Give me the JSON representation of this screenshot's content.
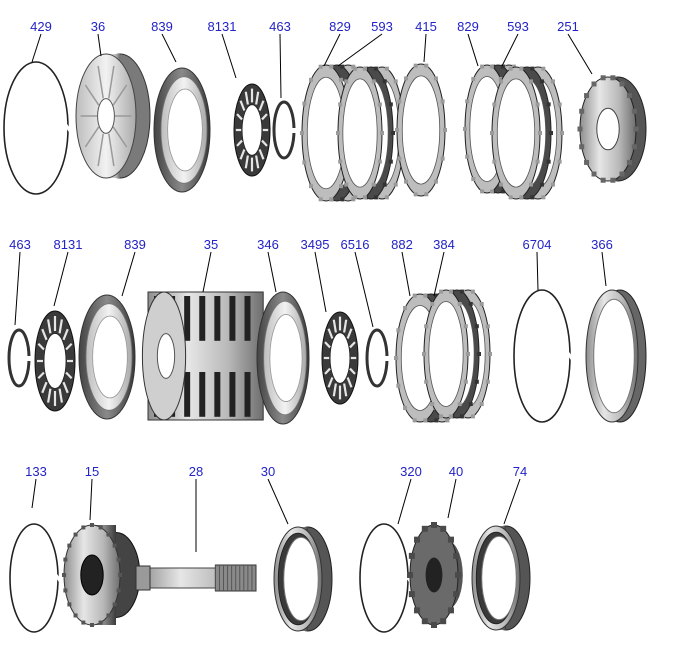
{
  "colors": {
    "callout_text": "#2323c8",
    "leader": "#000000",
    "metal_light": "#d9d9d9",
    "metal_mid": "#a6a6a6",
    "metal_dark": "#555555"
  },
  "rows": [
    {
      "parts": [
        {
          "number": "429",
          "shape": "snap-ring"
        },
        {
          "number": "36",
          "shape": "piston-housing"
        },
        {
          "number": "839",
          "shape": "piston"
        },
        {
          "number": "8131",
          "shape": "return-spring"
        },
        {
          "number": "463",
          "shape": "retaining-ring"
        },
        {
          "number": "829",
          "shape": "clutch-plates"
        },
        {
          "number": "593",
          "shape": "clutch-plates"
        },
        {
          "number": "415",
          "shape": "steel-plate"
        },
        {
          "number": "829",
          "shape": "clutch-plates"
        },
        {
          "number": "593",
          "shape": "clutch-plates"
        },
        {
          "number": "251",
          "shape": "clutch-hub"
        }
      ]
    },
    {
      "parts": [
        {
          "number": "463",
          "shape": "retaining-ring"
        },
        {
          "number": "8131",
          "shape": "return-spring"
        },
        {
          "number": "839",
          "shape": "piston"
        },
        {
          "number": "35",
          "shape": "clutch-drum"
        },
        {
          "number": "346",
          "shape": "piston"
        },
        {
          "number": "3495",
          "shape": "return-spring"
        },
        {
          "number": "6516",
          "shape": "retaining-ring"
        },
        {
          "number": "882",
          "shape": "clutch-plates"
        },
        {
          "number": "384",
          "shape": "clutch-plates"
        },
        {
          "number": "6704",
          "shape": "snap-ring"
        },
        {
          "number": "366",
          "shape": "backing-plate"
        }
      ]
    },
    {
      "parts": [
        {
          "number": "133",
          "shape": "snap-ring"
        },
        {
          "number": "15",
          "shape": "planetary-carrier"
        },
        {
          "number": "28",
          "shape": "output-shaft"
        },
        {
          "number": "30",
          "shape": "ring-gear"
        },
        {
          "number": "320",
          "shape": "snap-ring"
        },
        {
          "number": "40",
          "shape": "sun-gear"
        },
        {
          "number": "74",
          "shape": "ring-gear"
        }
      ]
    }
  ]
}
